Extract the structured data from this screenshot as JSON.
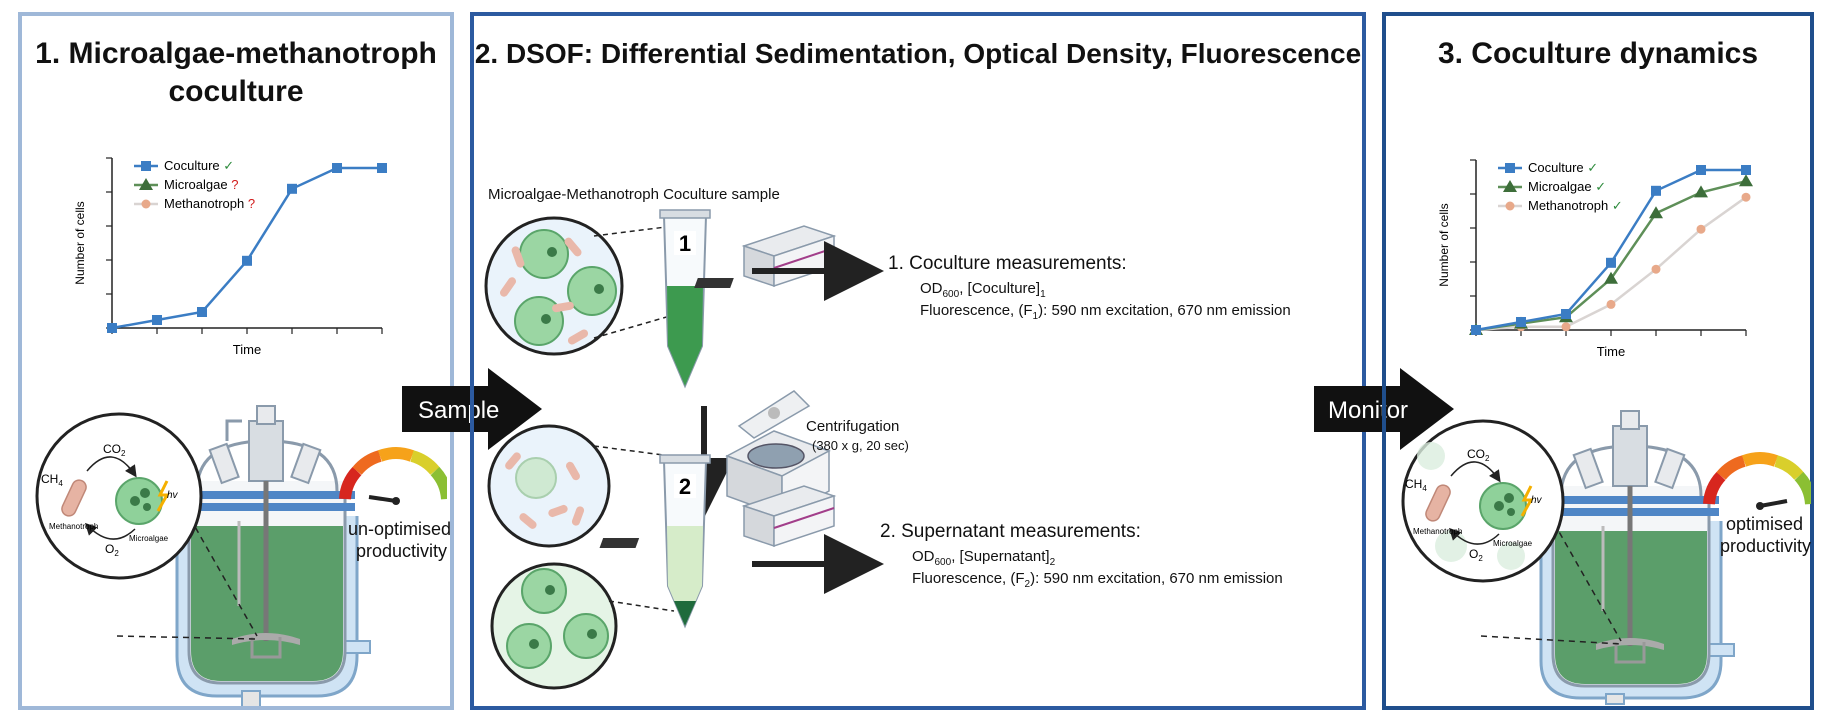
{
  "panel1": {
    "title_line1": "1.  Microalgae-methanotroph",
    "title_line2": "coculture",
    "productivity_line1": "un-optimised",
    "productivity_line2": "productivity"
  },
  "panel2": {
    "title": "2. DSOF: Differential Sedimentation, Optical Density, Fluorescence",
    "sample_label": "Microalgae-Methanotroph Coculture sample",
    "tube1_number": "1",
    "tube2_number": "2",
    "centrifugation": "Centrifugation",
    "centrifugation_params": "(380 x g, 20 sec)",
    "m1_title": "1.  Coculture measurements:",
    "m1_od_prefix": "OD",
    "m1_od_sub": "600",
    "m1_od_rest": ", [Coculture]",
    "m1_od_rest_sub": "1",
    "m1_fl_prefix": "Fluorescence, (F",
    "m1_fl_sub": "1",
    "m1_fl_rest": "): 590 nm excitation, 670 nm emission",
    "m2_title": "2. Supernatant measurements:",
    "m2_od_prefix": "OD",
    "m2_od_sub": "600",
    "m2_od_rest": ", [Supernatant]",
    "m2_od_rest_sub": "2",
    "m2_fl_prefix": "Fluorescence, (F",
    "m2_fl_sub": "2",
    "m2_fl_rest": "): 590 nm excitation, 670 nm emission"
  },
  "panel3": {
    "title": "3. Coculture dynamics",
    "productivity_line1": "optimised",
    "productivity_line2": "productivity"
  },
  "arrows": {
    "sample": "Sample",
    "monitor": "Monitor"
  },
  "bioreactor_labels": {
    "co2": "CO",
    "co2_sub": "2",
    "ch4": "CH",
    "ch4_sub": "4",
    "o2": "O",
    "o2_sub": "2",
    "hv": "hv",
    "methanotroph": "Methanotroph",
    "microalgae": "Microalgae"
  },
  "colors": {
    "coculture": "#3b7dc4",
    "microalgae": "#3d6e3a",
    "methanotroph": "#e8a98a",
    "reactor_green": "#5b9e6a",
    "panel_border": "#2c5aa0"
  },
  "chart_data": [
    {
      "type": "line",
      "title": "",
      "xlabel": "Time",
      "ylabel": "Number of cells",
      "x": [
        0,
        1,
        2,
        3,
        4,
        5,
        6
      ],
      "series": [
        {
          "name": "Coculture",
          "status": "✓",
          "marker": "square",
          "values": [
            0,
            0.05,
            0.1,
            0.42,
            0.87,
            1.0,
            1.0
          ]
        },
        {
          "name": "Microalgae",
          "status": "?",
          "marker": "triangle",
          "values": []
        },
        {
          "name": "Methanotroph",
          "status": "?",
          "marker": "circle",
          "values": []
        }
      ],
      "legend": "top-left",
      "grid": false
    },
    {
      "type": "line",
      "title": "",
      "xlabel": "Time",
      "ylabel": "Number of cells",
      "x": [
        0,
        1,
        2,
        3,
        4,
        5,
        6
      ],
      "series": [
        {
          "name": "Coculture",
          "status": "✓",
          "marker": "square",
          "values": [
            0,
            0.05,
            0.1,
            0.42,
            0.87,
            1.0,
            1.0
          ]
        },
        {
          "name": "Microalgae",
          "status": "✓",
          "marker": "triangle",
          "values": [
            0,
            0.04,
            0.08,
            0.32,
            0.73,
            0.86,
            0.93
          ]
        },
        {
          "name": "Methanotroph",
          "status": "✓",
          "marker": "circle",
          "values": [
            0,
            0.02,
            0.02,
            0.16,
            0.38,
            0.63,
            0.83
          ]
        }
      ],
      "legend": "top-left",
      "grid": false
    }
  ]
}
